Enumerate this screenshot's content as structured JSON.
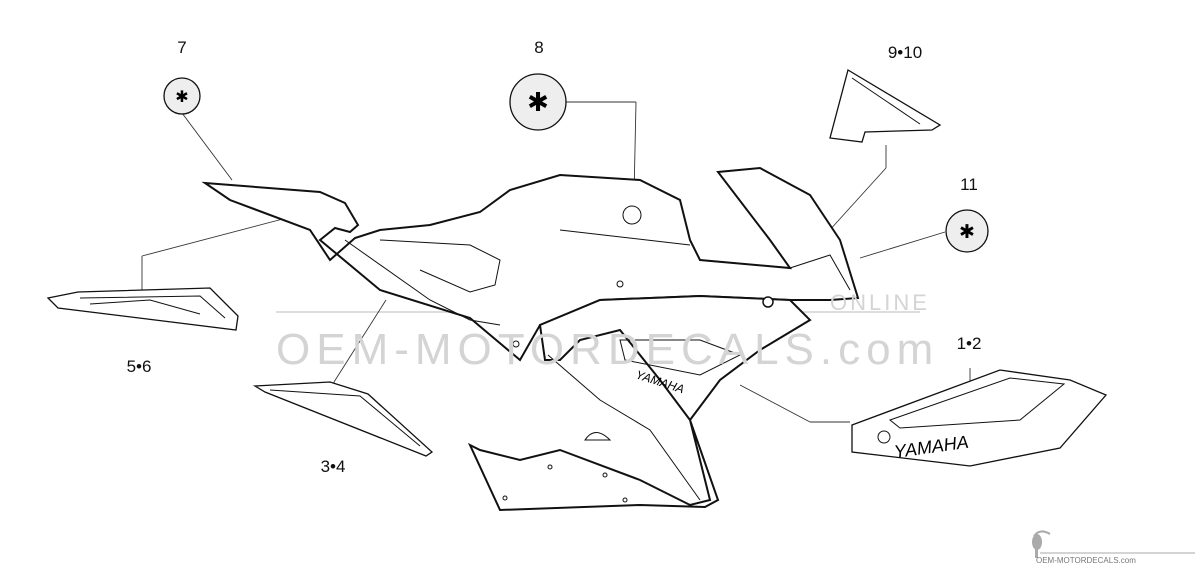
{
  "callouts": [
    {
      "id": "7",
      "label": "7"
    },
    {
      "id": "8",
      "label": "8"
    },
    {
      "id": "9-10",
      "label": "9•10"
    },
    {
      "id": "11",
      "label": "11"
    },
    {
      "id": "5-6",
      "label": "5•6"
    },
    {
      "id": "3-4",
      "label": "3•4"
    },
    {
      "id": "1-2",
      "label": "1•2"
    }
  ],
  "decal_text": {
    "yamaha": "YAMAHA"
  },
  "watermark": {
    "main": "OEM-MOTORDECALS.com",
    "side": "ONLINE"
  },
  "footer_logo_text": "OEM-MOTORDECALS.com",
  "icons": [
    "tuning-fork-emblem-icon",
    "bird-logo-icon"
  ]
}
